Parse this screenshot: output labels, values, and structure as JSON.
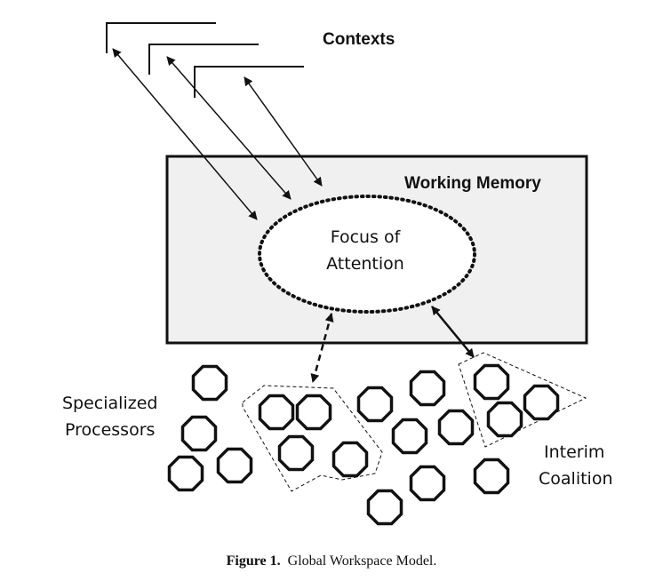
{
  "labels": {
    "contexts": "Contexts",
    "working_memory": "Working Memory",
    "focus_line1": "Focus of",
    "focus_line2": "Attention",
    "processors_line1": "Specialized",
    "processors_line2": "Processors",
    "coalition_line1": "Interim",
    "coalition_line2": "Coalition"
  },
  "caption": {
    "figure_label": "Figure 1.",
    "text": "Global Workspace Model."
  },
  "colors": {
    "stroke": "#111111",
    "working_memory_fill": "#f0f0f0",
    "background": "#ffffff"
  }
}
